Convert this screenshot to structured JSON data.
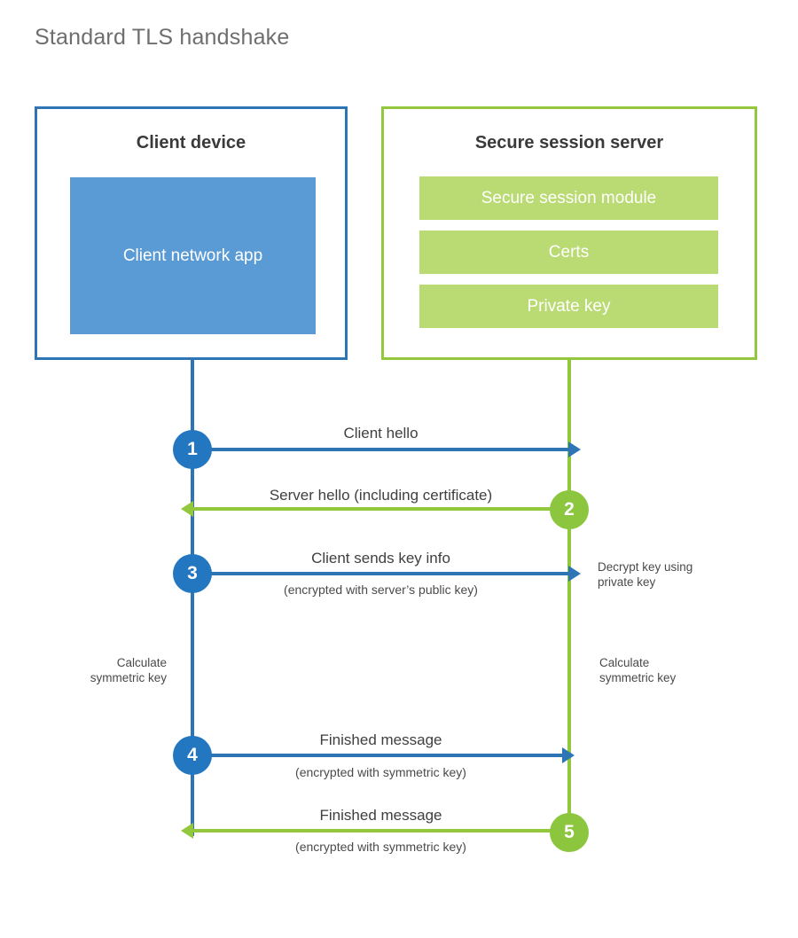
{
  "title": "Standard TLS handshake",
  "colors": {
    "client_accent": "#2e75b6",
    "client_fill": "#5b9bd5",
    "server_accent": "#93c83d",
    "server_fill": "#bada73",
    "step_blue": "#2277c0",
    "step_green": "#8cc63e",
    "title_text": "#6e6e6e",
    "body_text": "#3f3f3f"
  },
  "client": {
    "title": "Client device",
    "app_label": "Client network\napp"
  },
  "server": {
    "title": "Secure session server",
    "modules": [
      {
        "label": "Secure session module"
      },
      {
        "label": "Certs"
      },
      {
        "label": "Private key"
      }
    ]
  },
  "steps": [
    {
      "number": "1",
      "direction": "client-to-server",
      "label": "Client hello",
      "sublabel": ""
    },
    {
      "number": "2",
      "direction": "server-to-client",
      "label": "Server hello (including certificate)",
      "sublabel": ""
    },
    {
      "number": "3",
      "direction": "client-to-server",
      "label": "Client sends key info",
      "sublabel": "(encrypted with server’s public key)"
    },
    {
      "number": "4",
      "direction": "client-to-server",
      "label": "Finished message",
      "sublabel": "(encrypted with symmetric key)"
    },
    {
      "number": "5",
      "direction": "server-to-client",
      "label": "Finished message",
      "sublabel": "(encrypted with symmetric key)"
    }
  ],
  "annotations": {
    "server_decrypt": "Decrypt key using\nprivate key",
    "client_calculate": "Calculate\nsymmetric key",
    "server_calculate": "Calculate\nsymmetric key"
  }
}
